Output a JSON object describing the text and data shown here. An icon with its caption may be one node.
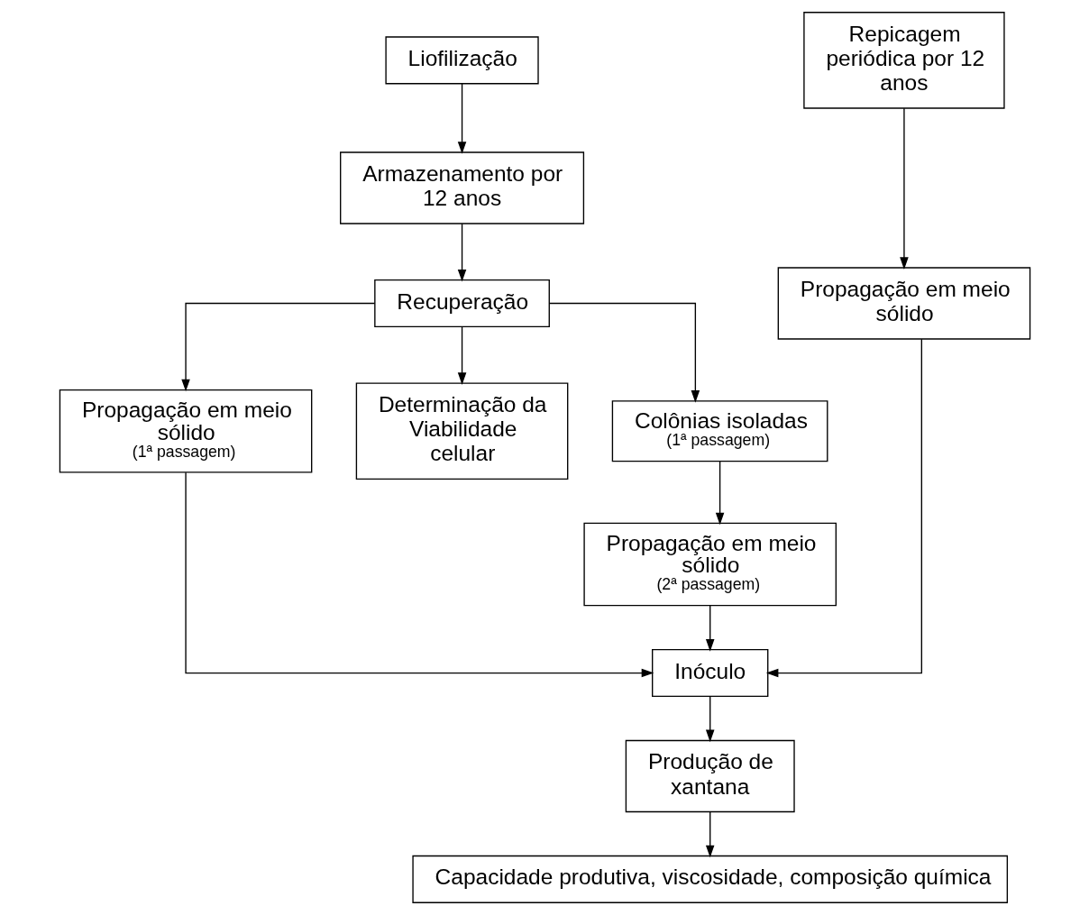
{
  "diagram": {
    "nodes": [
      {
        "text": [
          "Liofilização"
        ]
      },
      {
        "text": [
          "Armazenamento por 12 anos"
        ]
      },
      {
        "text": [
          "Recuperação"
        ]
      },
      {
        "text": [
          "Propagação em meio sólido",
          "(1ª passagem)"
        ]
      },
      {
        "text": [
          "Determinação da Viabilidade celular"
        ]
      },
      {
        "text": [
          "Colônias isoladas",
          "(1ª passagem)"
        ]
      },
      {
        "text": [
          "Propagação em meio sólido",
          "(2ª passagem)"
        ]
      },
      {
        "text": [
          "Repicagem periódica por 12 anos"
        ]
      },
      {
        "text": [
          "Propagação em meio sólido"
        ]
      },
      {
        "text": [
          "Inóculo"
        ]
      },
      {
        "text": [
          "Produção de xantana"
        ]
      },
      {
        "text": [
          "Capacidade produtiva, viscosidade, composição química"
        ]
      }
    ],
    "edges": [
      {
        "from": 0,
        "to": 1,
        "arrow": "to"
      },
      {
        "from": 1,
        "to": 2,
        "arrow": "to"
      },
      {
        "from": 2,
        "to": 3,
        "arrow": "to"
      },
      {
        "from": 2,
        "to": 4,
        "arrow": "to"
      },
      {
        "from": 2,
        "to": 5,
        "arrow": "to"
      },
      {
        "from": 5,
        "to": 6,
        "arrow": "to"
      },
      {
        "from": 7,
        "to": 8,
        "arrow": "to"
      },
      {
        "from": 3,
        "to": 9,
        "arrow": "to"
      },
      {
        "from": 6,
        "to": 9,
        "arrow": "to"
      },
      {
        "from": 8,
        "to": 9,
        "arrow": "to"
      },
      {
        "from": 9,
        "to": 10,
        "arrow": "to"
      },
      {
        "from": 10,
        "to": 11,
        "arrow": "to"
      }
    ]
  }
}
